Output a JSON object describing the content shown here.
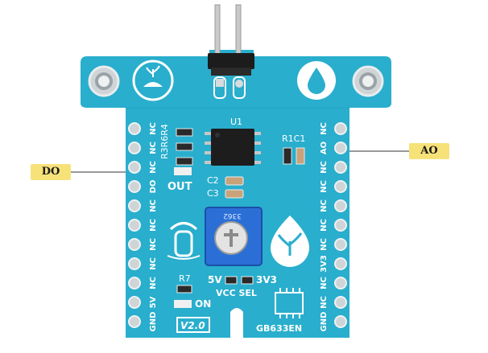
{
  "callouts": {
    "do": "DO",
    "ao": "AO"
  },
  "board": {
    "chip_label": "U1",
    "capacitor_labels": [
      "C2",
      "C3"
    ],
    "resistor_labels": [
      "R3",
      "R6",
      "R4"
    ],
    "r1c1_label": "R1C1",
    "out_label": "OUT",
    "r7_label": "R7",
    "on_label": "ON",
    "vcc_sel_label": "VCC SEL",
    "v5_label": "5V",
    "v33_label": "3V3",
    "version": "V2.0",
    "model": "GB633EN",
    "pot_marking": "3362",
    "left_header": [
      "NC",
      "NC",
      "NC",
      "DO",
      "NC",
      "NC",
      "NC",
      "NC",
      "NC",
      "5V",
      "GND"
    ],
    "right_header": [
      "NC",
      "AO",
      "NC",
      "NC",
      "NC",
      "NC",
      "NC",
      "3V3",
      "NC",
      "NC",
      "GND"
    ]
  },
  "colors": {
    "pcb": "#29aecd",
    "pcb_dark": "#1b8fb0",
    "silkscreen": "#ffffff",
    "callout": "#f7e27a",
    "pot": "#2b6fd6"
  }
}
